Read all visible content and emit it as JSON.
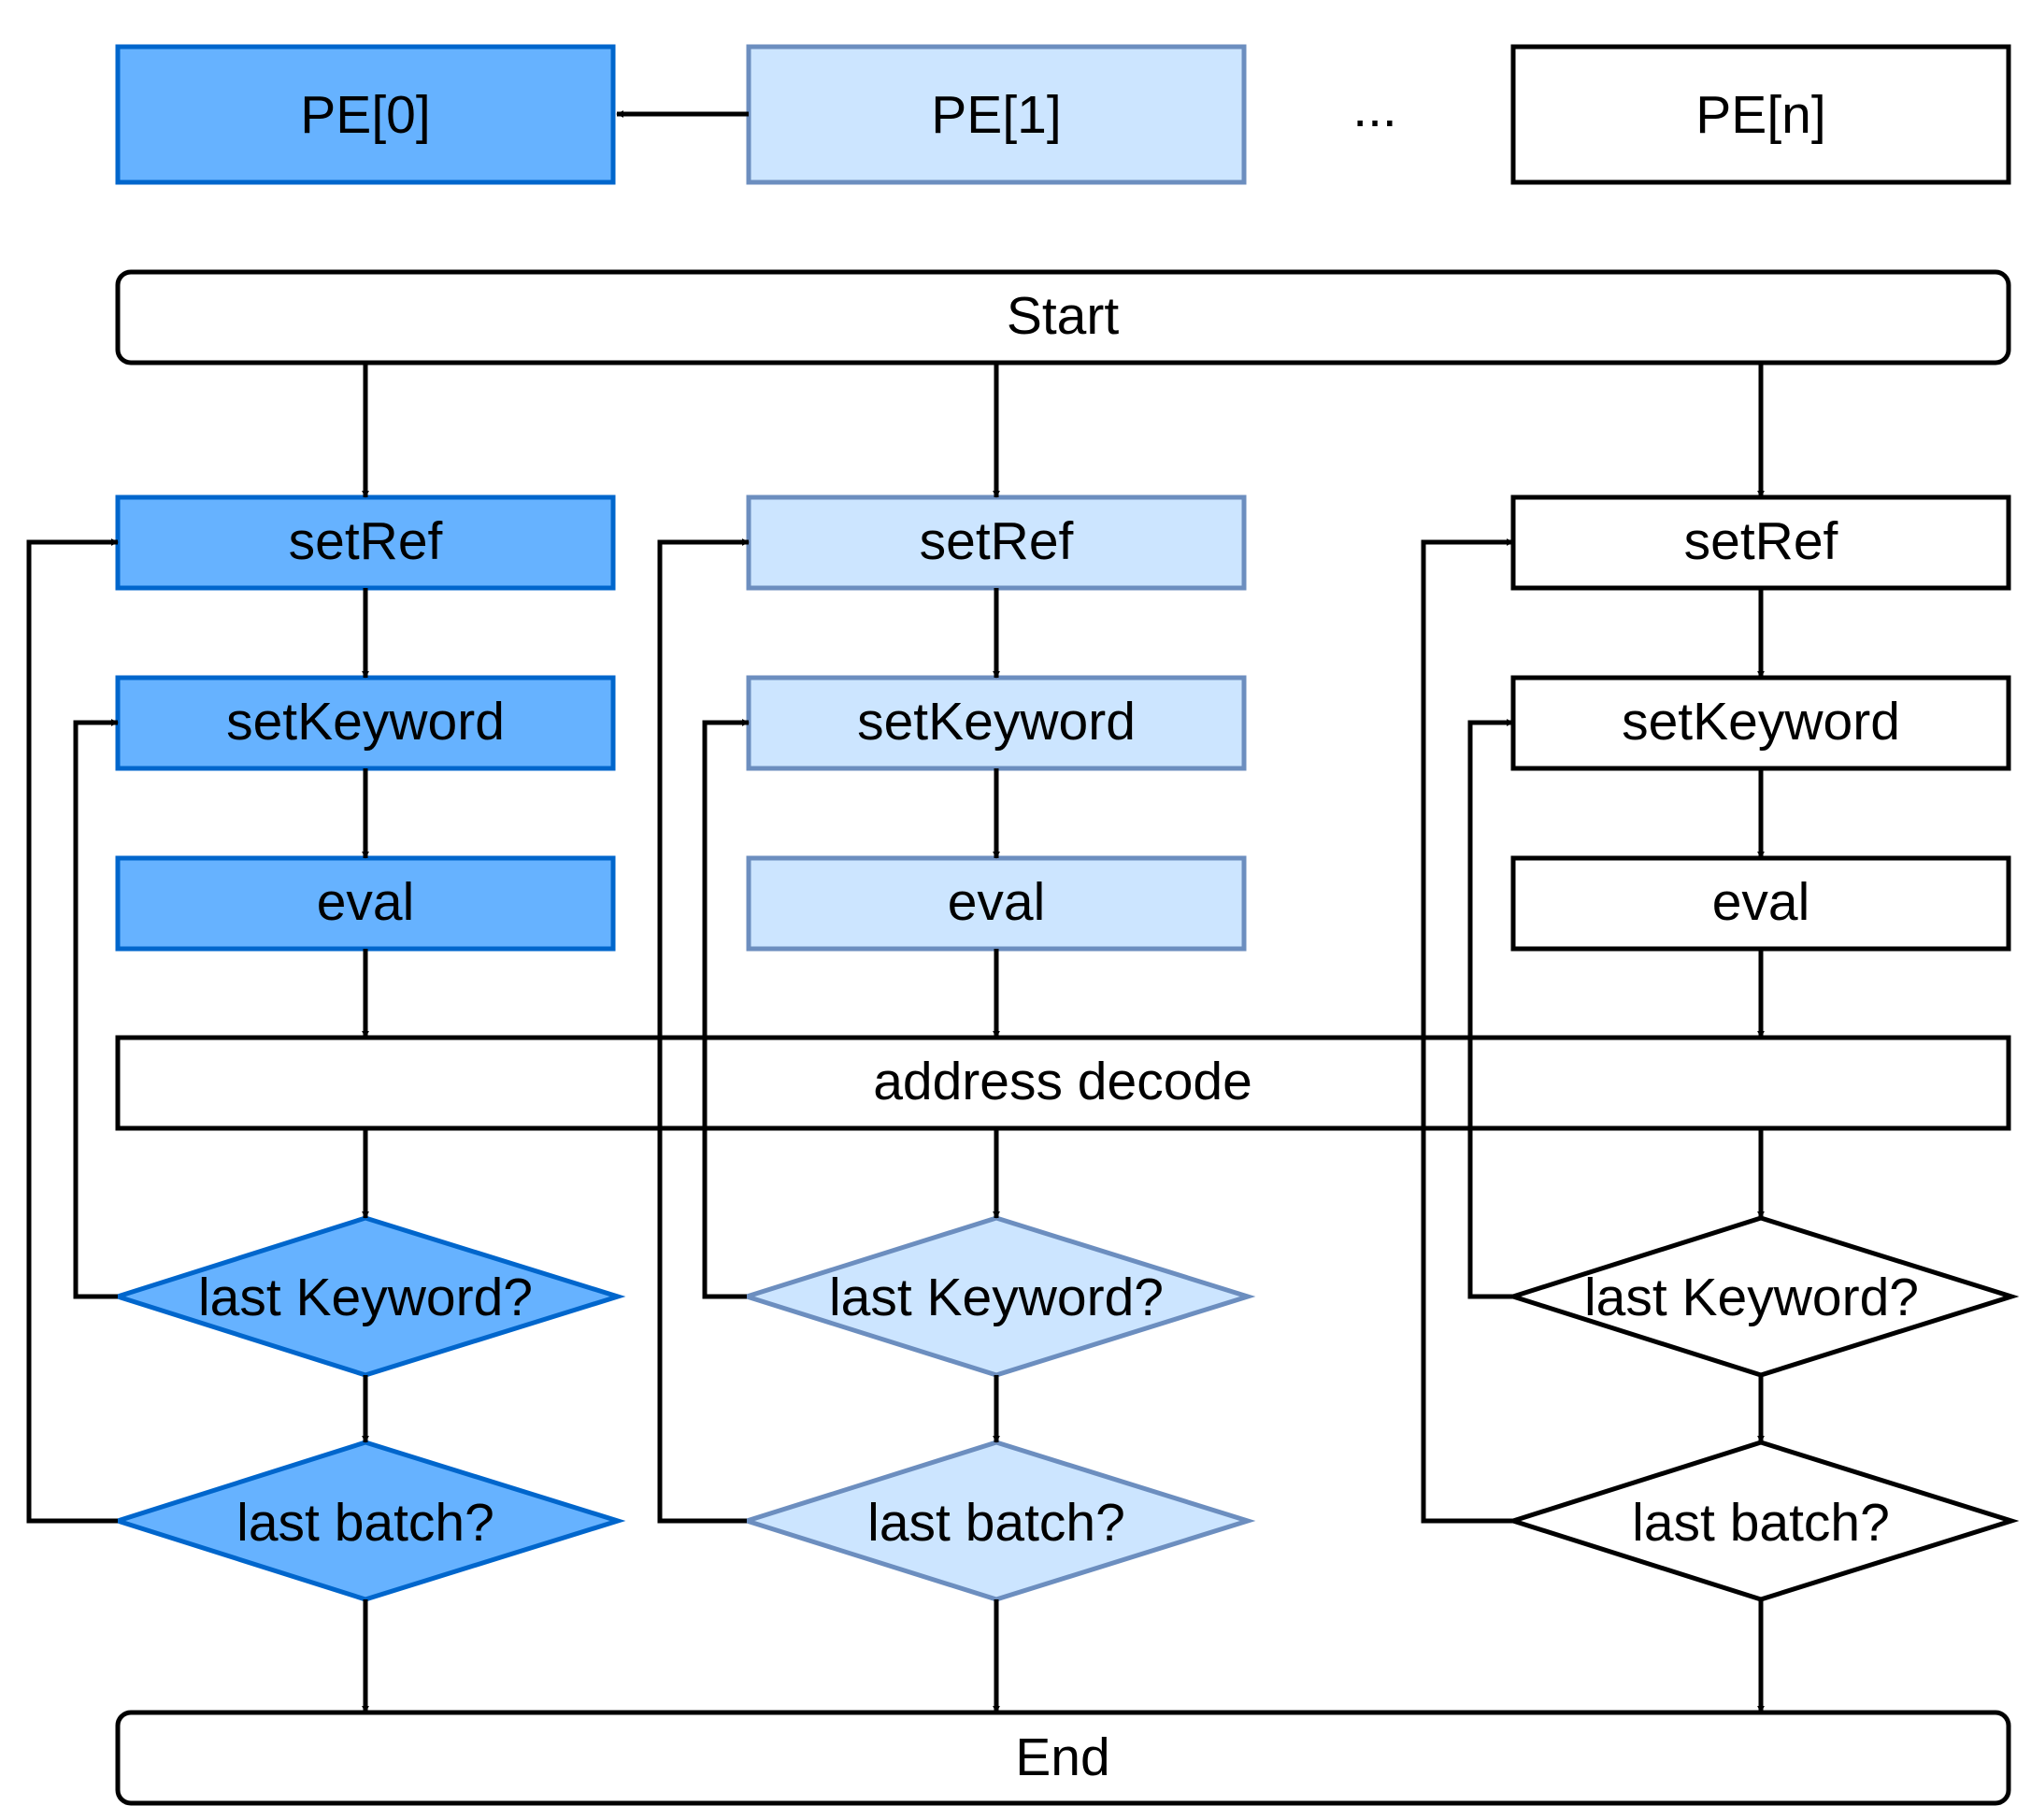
{
  "colors": {
    "pe0_fill": "#66b2ff",
    "pe0_stroke": "#0066cc",
    "pe1_fill": "#cce5ff",
    "pe1_stroke": "#6c8ebf",
    "pen_fill": "#ffffff",
    "pen_stroke": "#000000",
    "line": "#000000"
  },
  "header": {
    "pe0": "PE[0]",
    "pe1": "PE[1]",
    "ellipsis": "...",
    "pen": "PE[n]"
  },
  "flow": {
    "start": "Start",
    "address_decode": "address decode",
    "end": "End"
  },
  "columns": [
    {
      "set_ref": "setRef",
      "set_keyword": "setKeyword",
      "eval": "eval",
      "last_keyword": "last Keyword?",
      "last_batch": "last batch?"
    },
    {
      "set_ref": "setRef",
      "set_keyword": "setKeyword",
      "eval": "eval",
      "last_keyword": "last Keyword?",
      "last_batch": "last batch?"
    },
    {
      "set_ref": "setRef",
      "set_keyword": "setKeyword",
      "eval": "eval",
      "last_keyword": "last Keyword?",
      "last_batch": "last batch?"
    }
  ]
}
